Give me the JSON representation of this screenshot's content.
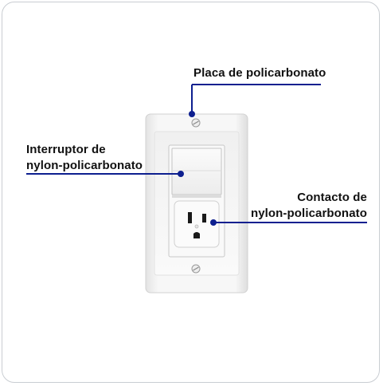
{
  "callouts": {
    "plate": "Placa de policarbonato",
    "switch": {
      "line1": "Interruptor de",
      "line2": "nylon-policarbonato"
    },
    "outlet": {
      "line1": "Contacto de",
      "line2": "nylon-policarbonato"
    }
  },
  "colors": {
    "leader_line": "#0d1f8f",
    "plate": "#f4f4f4",
    "border": "#c9cdd2"
  }
}
